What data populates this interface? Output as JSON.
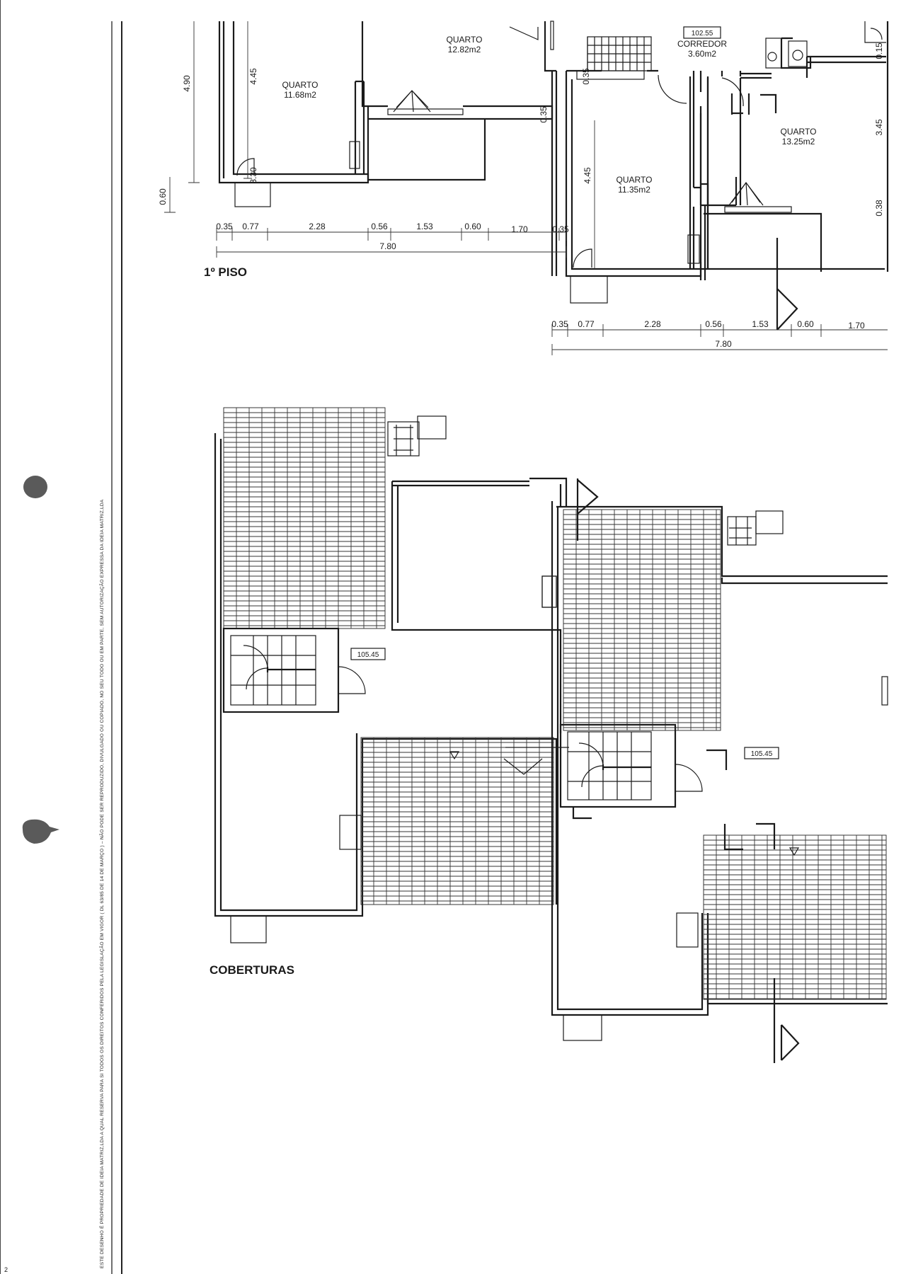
{
  "copyright_notice": "ESTE DESENHO É PROPRIEDADE DE IDEIA MATRIZ,LDA A QUAL RESERVA PARA SI TODOS OS DIREITOS CONFERIDOS PELA LEGISLAÇÃO EM VIGOR ( DL 63/85 DE 14 DE MARÇO ) – NÃO PODE SER REPRODUZIDO, DIVULGADO OU COPIADO, NO SEU TODO OU EM PARTE, SEM AUTORIZAÇÃO EXPRESSA DA IDEIA MATRIZ,LDA",
  "page_corner_mark": "2",
  "floor_1": {
    "title": "1º PISO",
    "rooms": [
      {
        "name": "QUARTO",
        "area": "11.68m2"
      },
      {
        "name": "QUARTO",
        "area": "12.82m2"
      },
      {
        "name": "CORREDOR",
        "area": "3.60m2"
      },
      {
        "name": "QUARTO",
        "area": "11.35m2"
      },
      {
        "name": "QUARTO",
        "area": "13.25m2"
      }
    ],
    "level_tag": "102.55",
    "vertical_dims": [
      "4.90",
      "4.45",
      "0.60",
      "4.45",
      "3.45",
      "0.38",
      "3.30",
      "0.15",
      "0.35",
      "0.35"
    ],
    "dims_row_1": [
      "0.35",
      "0.77",
      "2.28",
      "0.56",
      "1.53",
      "0.60",
      "1.70",
      "0.35"
    ],
    "dims_row_2": [
      "0.35",
      "0.77",
      "2.28",
      "0.56",
      "1.53",
      "0.60",
      "1.70"
    ],
    "total_1": "7.80",
    "total_2": "7.80"
  },
  "roofs": {
    "title": "COBERTURAS",
    "level_tags": [
      "105.45",
      "105.45"
    ]
  },
  "colors": {
    "ink": "#1a1a1a",
    "paper": "#ffffff",
    "stain": "#5a5a5a"
  }
}
